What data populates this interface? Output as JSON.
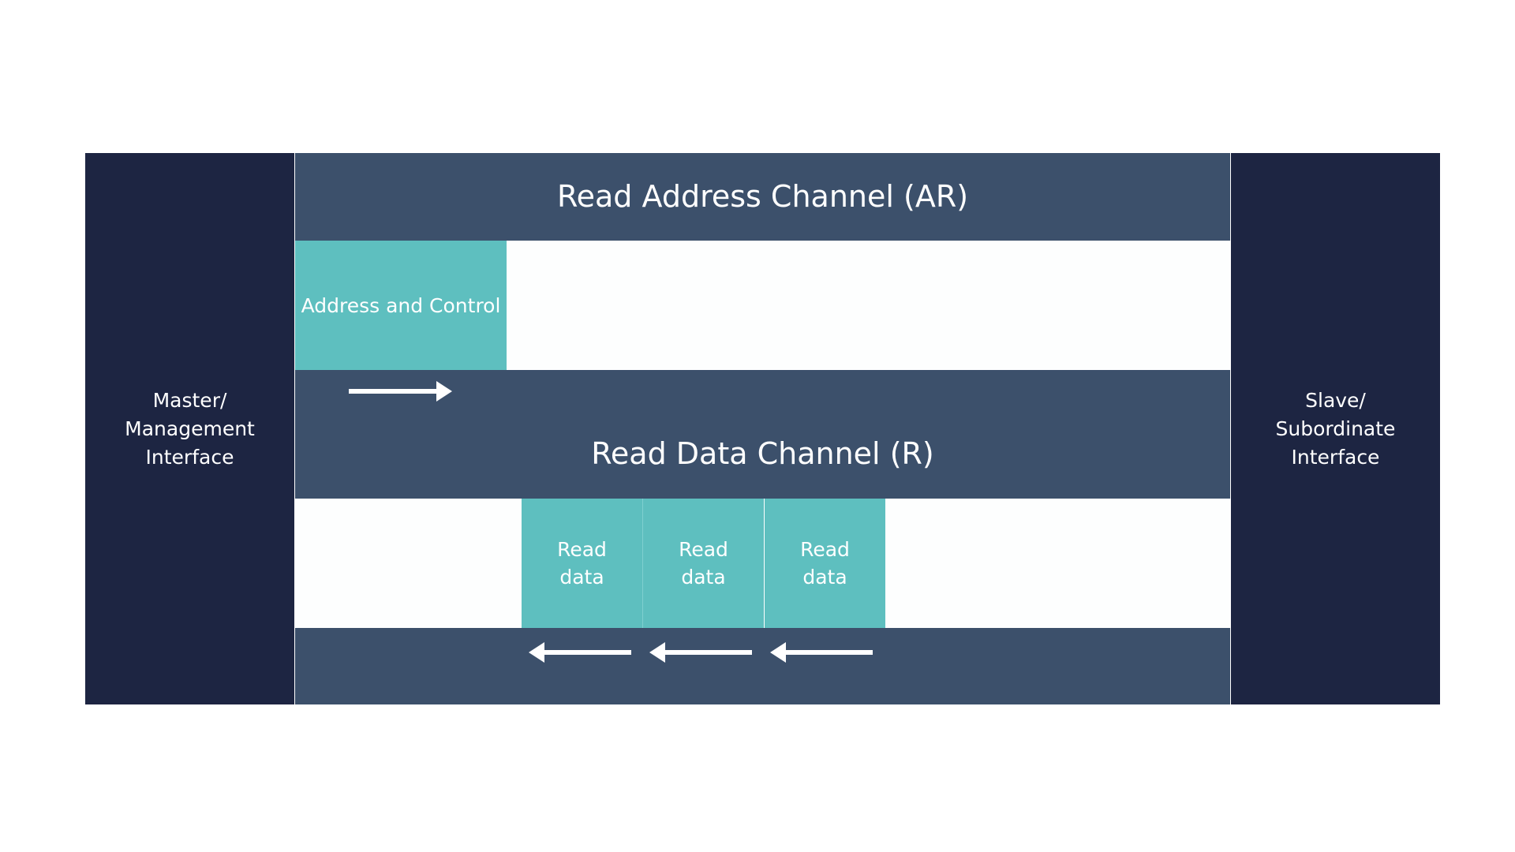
{
  "diagram": {
    "master": {
      "label": "Master/\nManagement\nInterface"
    },
    "slave": {
      "label": "Slave/\nSubordinate\nInterface"
    },
    "read_address_channel": {
      "title": "Read Address Channel (AR)",
      "block_label": "Address and Control",
      "arrow_direction": "right"
    },
    "read_data_channel": {
      "title": "Read Data Channel (R)",
      "blocks": [
        "Read\ndata",
        "Read\ndata",
        "Read\ndata"
      ],
      "arrow_direction": "left"
    },
    "colors": {
      "interface_bg": "#1d2542",
      "channel_bg": "#3c506b",
      "block_bg": "#5ebfbf",
      "lane_bg": "#fdfefe",
      "text": "#ffffff"
    }
  }
}
